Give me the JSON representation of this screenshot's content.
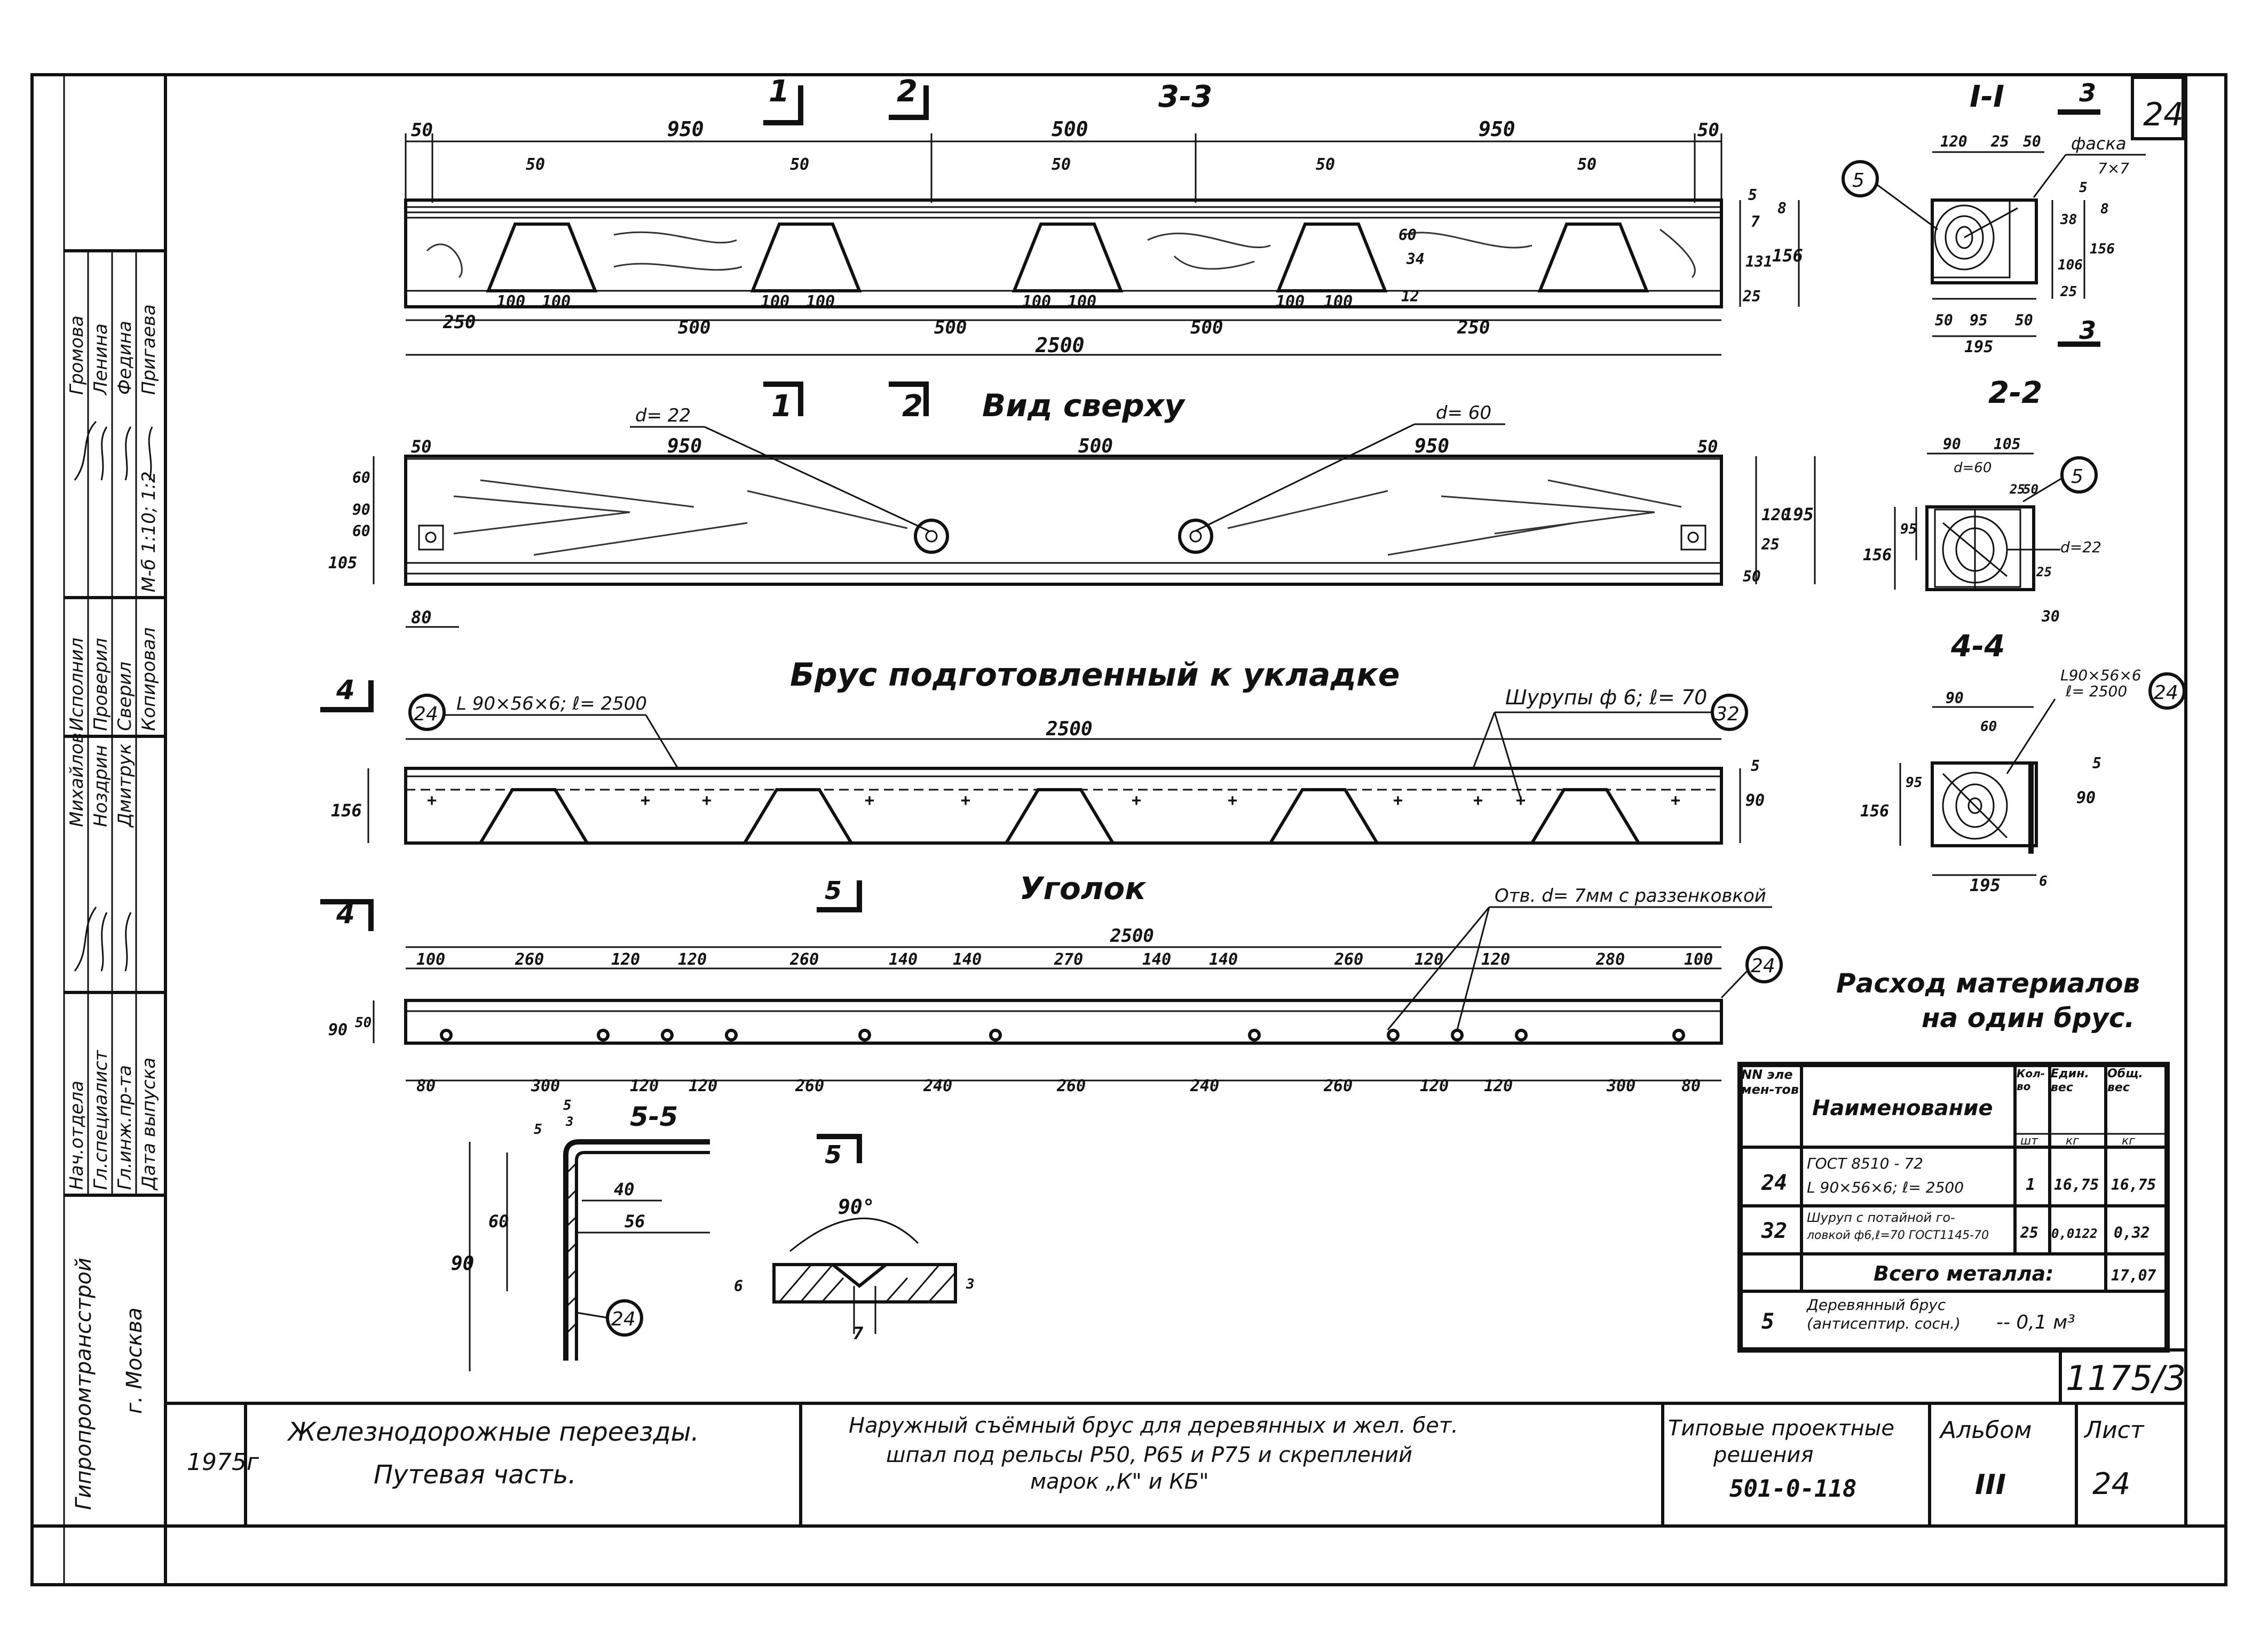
{
  "sheet": {
    "sheet_no_corner": "24",
    "album_code": "1175/3"
  },
  "views": {
    "section_3_3": "3-3",
    "section_1_1": "I-I",
    "section_2_2": "2-2",
    "section_4_4": "4-4",
    "section_5_5": "5-5",
    "top_view": "Вид сверху",
    "bar_ready": "Брус подготовленный к укладке",
    "angle": "Уголок"
  },
  "section_marks": [
    "1",
    "2",
    "3",
    "4",
    "5"
  ],
  "callouts": {
    "d22": "d= 22",
    "d60": "d= 60",
    "angle_spec": "L 90×56×6; ℓ= 2500",
    "screws": "Шурупы ф 6; ℓ= 70",
    "holes": "Отв. d= 7мм с раззенковкой",
    "chamfer": "фаска",
    "chamfer_size": "7×7",
    "angle_spec_4_4": "L90×56×6",
    "angle_len_4_4": "ℓ= 2500",
    "d60_2_2": "d=60",
    "d22_2_2": "d=22",
    "angle_90": "90°",
    "pos_5": "5",
    "pos_24": "24",
    "pos_32": "32"
  },
  "dimensions": {
    "beam_top": [
      "50",
      "950",
      "500",
      "950",
      "50"
    ],
    "beam_notch": "50",
    "beam_bottom": [
      "250",
      "100",
      "100",
      "500",
      "100",
      "100",
      "500",
      "100",
      "100",
      "500",
      "100",
      "100",
      "250"
    ],
    "beam_total": "2500",
    "beam_right": [
      "5",
      "8",
      "7",
      "131",
      "156",
      "25"
    ],
    "beam_mid": [
      "60",
      "34",
      "12"
    ],
    "top_view_top": [
      "50",
      "950",
      "500",
      "950",
      "50"
    ],
    "top_view_left": [
      "60",
      "90",
      "60",
      "105"
    ],
    "top_view_right": [
      "120",
      "25",
      "195",
      "50"
    ],
    "top_view_bottom": "80",
    "bar_total": "2500",
    "bar_height": "156",
    "bar_right": [
      "5",
      "90"
    ],
    "angle_total": "2500",
    "angle_top": [
      "100",
      "260",
      "120",
      "120",
      "260",
      "140",
      "140",
      "270",
      "140",
      "140",
      "260",
      "120",
      "120",
      "280",
      "100"
    ],
    "angle_bottom": [
      "80",
      "300",
      "120",
      "120",
      "260",
      "240",
      "260",
      "240",
      "260",
      "120",
      "120",
      "300",
      "80"
    ],
    "angle_left": [
      "90",
      "50"
    ],
    "s11_top": [
      "120",
      "25",
      "50"
    ],
    "s11_bottom": [
      "50",
      "95",
      "50",
      "195"
    ],
    "s11_right": [
      "5",
      "8",
      "38",
      "106",
      "156",
      "25"
    ],
    "s22_top": [
      "90",
      "105"
    ],
    "s22_left": [
      "156",
      "95"
    ],
    "s22_misc": [
      "25",
      "50",
      "25",
      "30"
    ],
    "s44_top": [
      "90",
      "60"
    ],
    "s44_left": [
      "156",
      "95"
    ],
    "s44_right": [
      "5",
      "90",
      "6"
    ],
    "s44_bottom": "195",
    "s55_top": [
      "5",
      "5",
      "3"
    ],
    "s55_left": [
      "90",
      "60"
    ],
    "s55_right": [
      "40",
      "56"
    ],
    "detail_h": [
      "6",
      "3"
    ],
    "detail_w": "7"
  },
  "materials": {
    "title_line1": "Расход материалов",
    "title_line2": "на один брус.",
    "headers": {
      "num": "NN элемен-тов",
      "name": "Наименование",
      "qty": "Кол-во",
      "unit_w": "Един. вес",
      "total_w": "Общ. вес"
    },
    "units": {
      "qty": "шт",
      "unit_w": "кг",
      "total_w": "кг"
    },
    "rows": [
      {
        "num": "24",
        "name_line1": "ГОСТ 8510 - 72",
        "name_line2": "L 90×56×6; ℓ= 2500",
        "qty": "1",
        "unit_w": "16,75",
        "total_w": "16,75"
      },
      {
        "num": "32",
        "name_line1": "Шуруп с потайной го-",
        "name_line2": "ловкой ф6,ℓ=70 ГОСТ1145-70",
        "qty": "25",
        "unit_w": "0,0122",
        "total_w": "0,32"
      }
    ],
    "total_label": "Всего металла:",
    "total_value": "17,07",
    "wood_num": "5",
    "wood_name_line1": "Деревянный брус",
    "wood_name_line2": "(антисептир. сосн.)",
    "wood_value": "-- 0,1 м³"
  },
  "stamp": {
    "roles": [
      "Нач.отдела",
      "Гл.специалист",
      "Гл.инж.пр-та",
      "Дата выпуска"
    ],
    "names_left": [
      "Михайлов",
      "Ноздрин",
      "Дмитрук"
    ],
    "roles2": [
      "Исполнил",
      "Проверил",
      "Сверил",
      "Копировал"
    ],
    "names_right": [
      "Громова",
      "Ленина",
      "Федина",
      "Пригаева"
    ],
    "format": "М-б 1:10; 1:2",
    "org": "Гипропромтрансстрой",
    "city": "г. Москва"
  },
  "title_block": {
    "year": "1975г",
    "subject_line1": "Железнодорожные переезды.",
    "subject_line2": "Путевая часть.",
    "desc_line1": "Наружный съёмный брус для деревянных и жел. бет.",
    "desc_line2": "шпал под рельсы Р50, Р65 и Р75 и скреплений",
    "desc_line3": "марок „К\" и КБ\"",
    "series_line1": "Типовые проектные",
    "series_line2": "решения",
    "series_code": "501-0-118",
    "album_label": "Альбом",
    "album_value": "III",
    "sheet_label": "Лист",
    "sheet_value": "24"
  }
}
